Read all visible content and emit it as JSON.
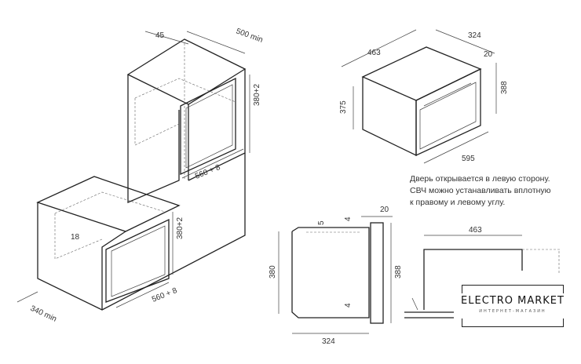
{
  "drawing": {
    "tall_unit": {
      "depth_gap": "45",
      "depth": "500 min",
      "niche_height": "380+2",
      "niche_width": "560 + 8"
    },
    "base_unit": {
      "offset": "18",
      "niche_height": "380+2",
      "niche_width": "560 + 8",
      "depth": "340 min"
    },
    "appliance_iso": {
      "depth": "463",
      "depth2": "324",
      "door": "20",
      "height": "388",
      "front_height": "375",
      "width": "595"
    },
    "side_view": {
      "top_gap": "5",
      "gap_top": "4",
      "door": "20",
      "height": "380",
      "total_height": "388",
      "gap_bottom": "4",
      "depth": "324"
    },
    "top_view": {
      "depth": "463"
    }
  },
  "note": {
    "lines": [
      "Дверь открывается в левую сторону.",
      "СВЧ можно устанавливать вплотную",
      "к правому и левому углу."
    ]
  },
  "logo": {
    "name": "ELECTRO MARKET",
    "tagline": "ИНТЕРНЕТ-МАГАЗИН"
  }
}
